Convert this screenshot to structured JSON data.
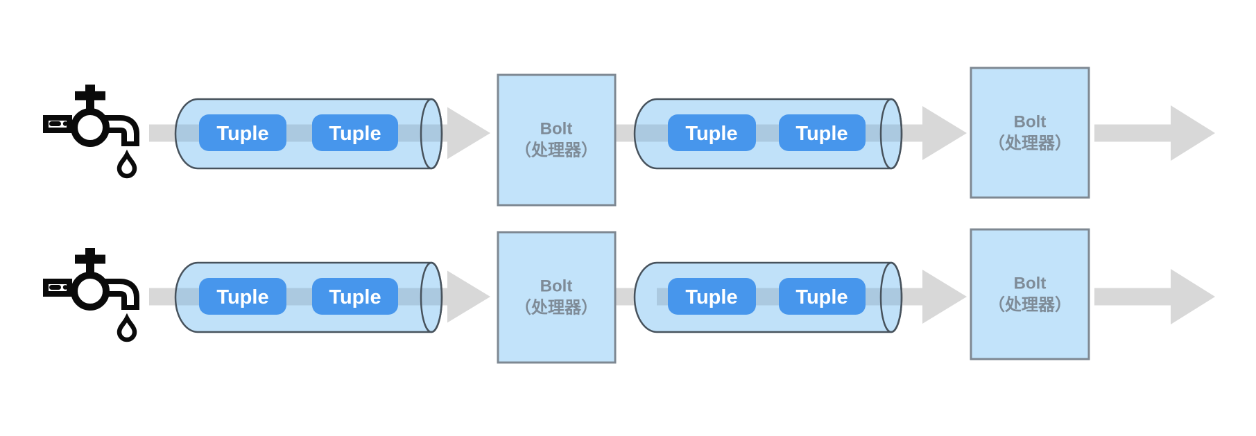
{
  "diagram": {
    "type": "flow",
    "rows": 2,
    "row_sequence": [
      "spout (faucet)",
      "stream with tuples",
      "bolt",
      "stream with tuples",
      "bolt",
      "output arrow"
    ]
  },
  "labels": {
    "tuple": "Tuple",
    "bolt_line1": "Bolt",
    "bolt_line2": "（处理器）"
  },
  "colors": {
    "background": "#ffffff",
    "stream-gray": "#d8d8d8",
    "cylinder-fill": "#c0e1f9",
    "cylinder-stream": "#abc9e0",
    "cylinder-stroke": "#47525c",
    "tuple-fill": "#4796ec",
    "tuple-text": "#ffffff",
    "bolt-fill": "#c2e3fa",
    "bolt-stroke": "#7e8892",
    "bolt-text": "#7e8b97",
    "icon-ink": "#0a0a0a"
  }
}
